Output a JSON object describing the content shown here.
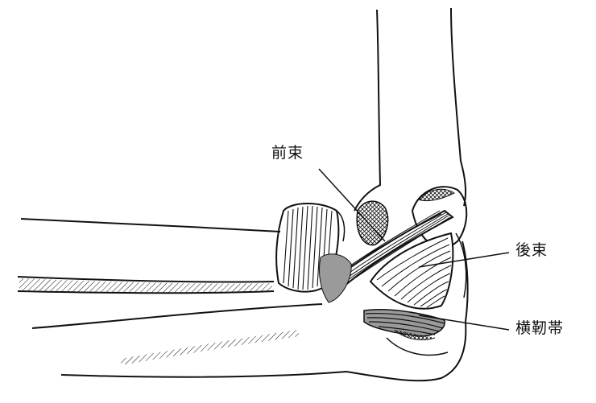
{
  "labels": {
    "anterior_bundle": "前束",
    "posterior_bundle": "後束",
    "transverse_ligament": "横靭帯"
  },
  "colors": {
    "ink": "#111111",
    "shade": "#9a9a9a",
    "paper": "#ffffff"
  }
}
